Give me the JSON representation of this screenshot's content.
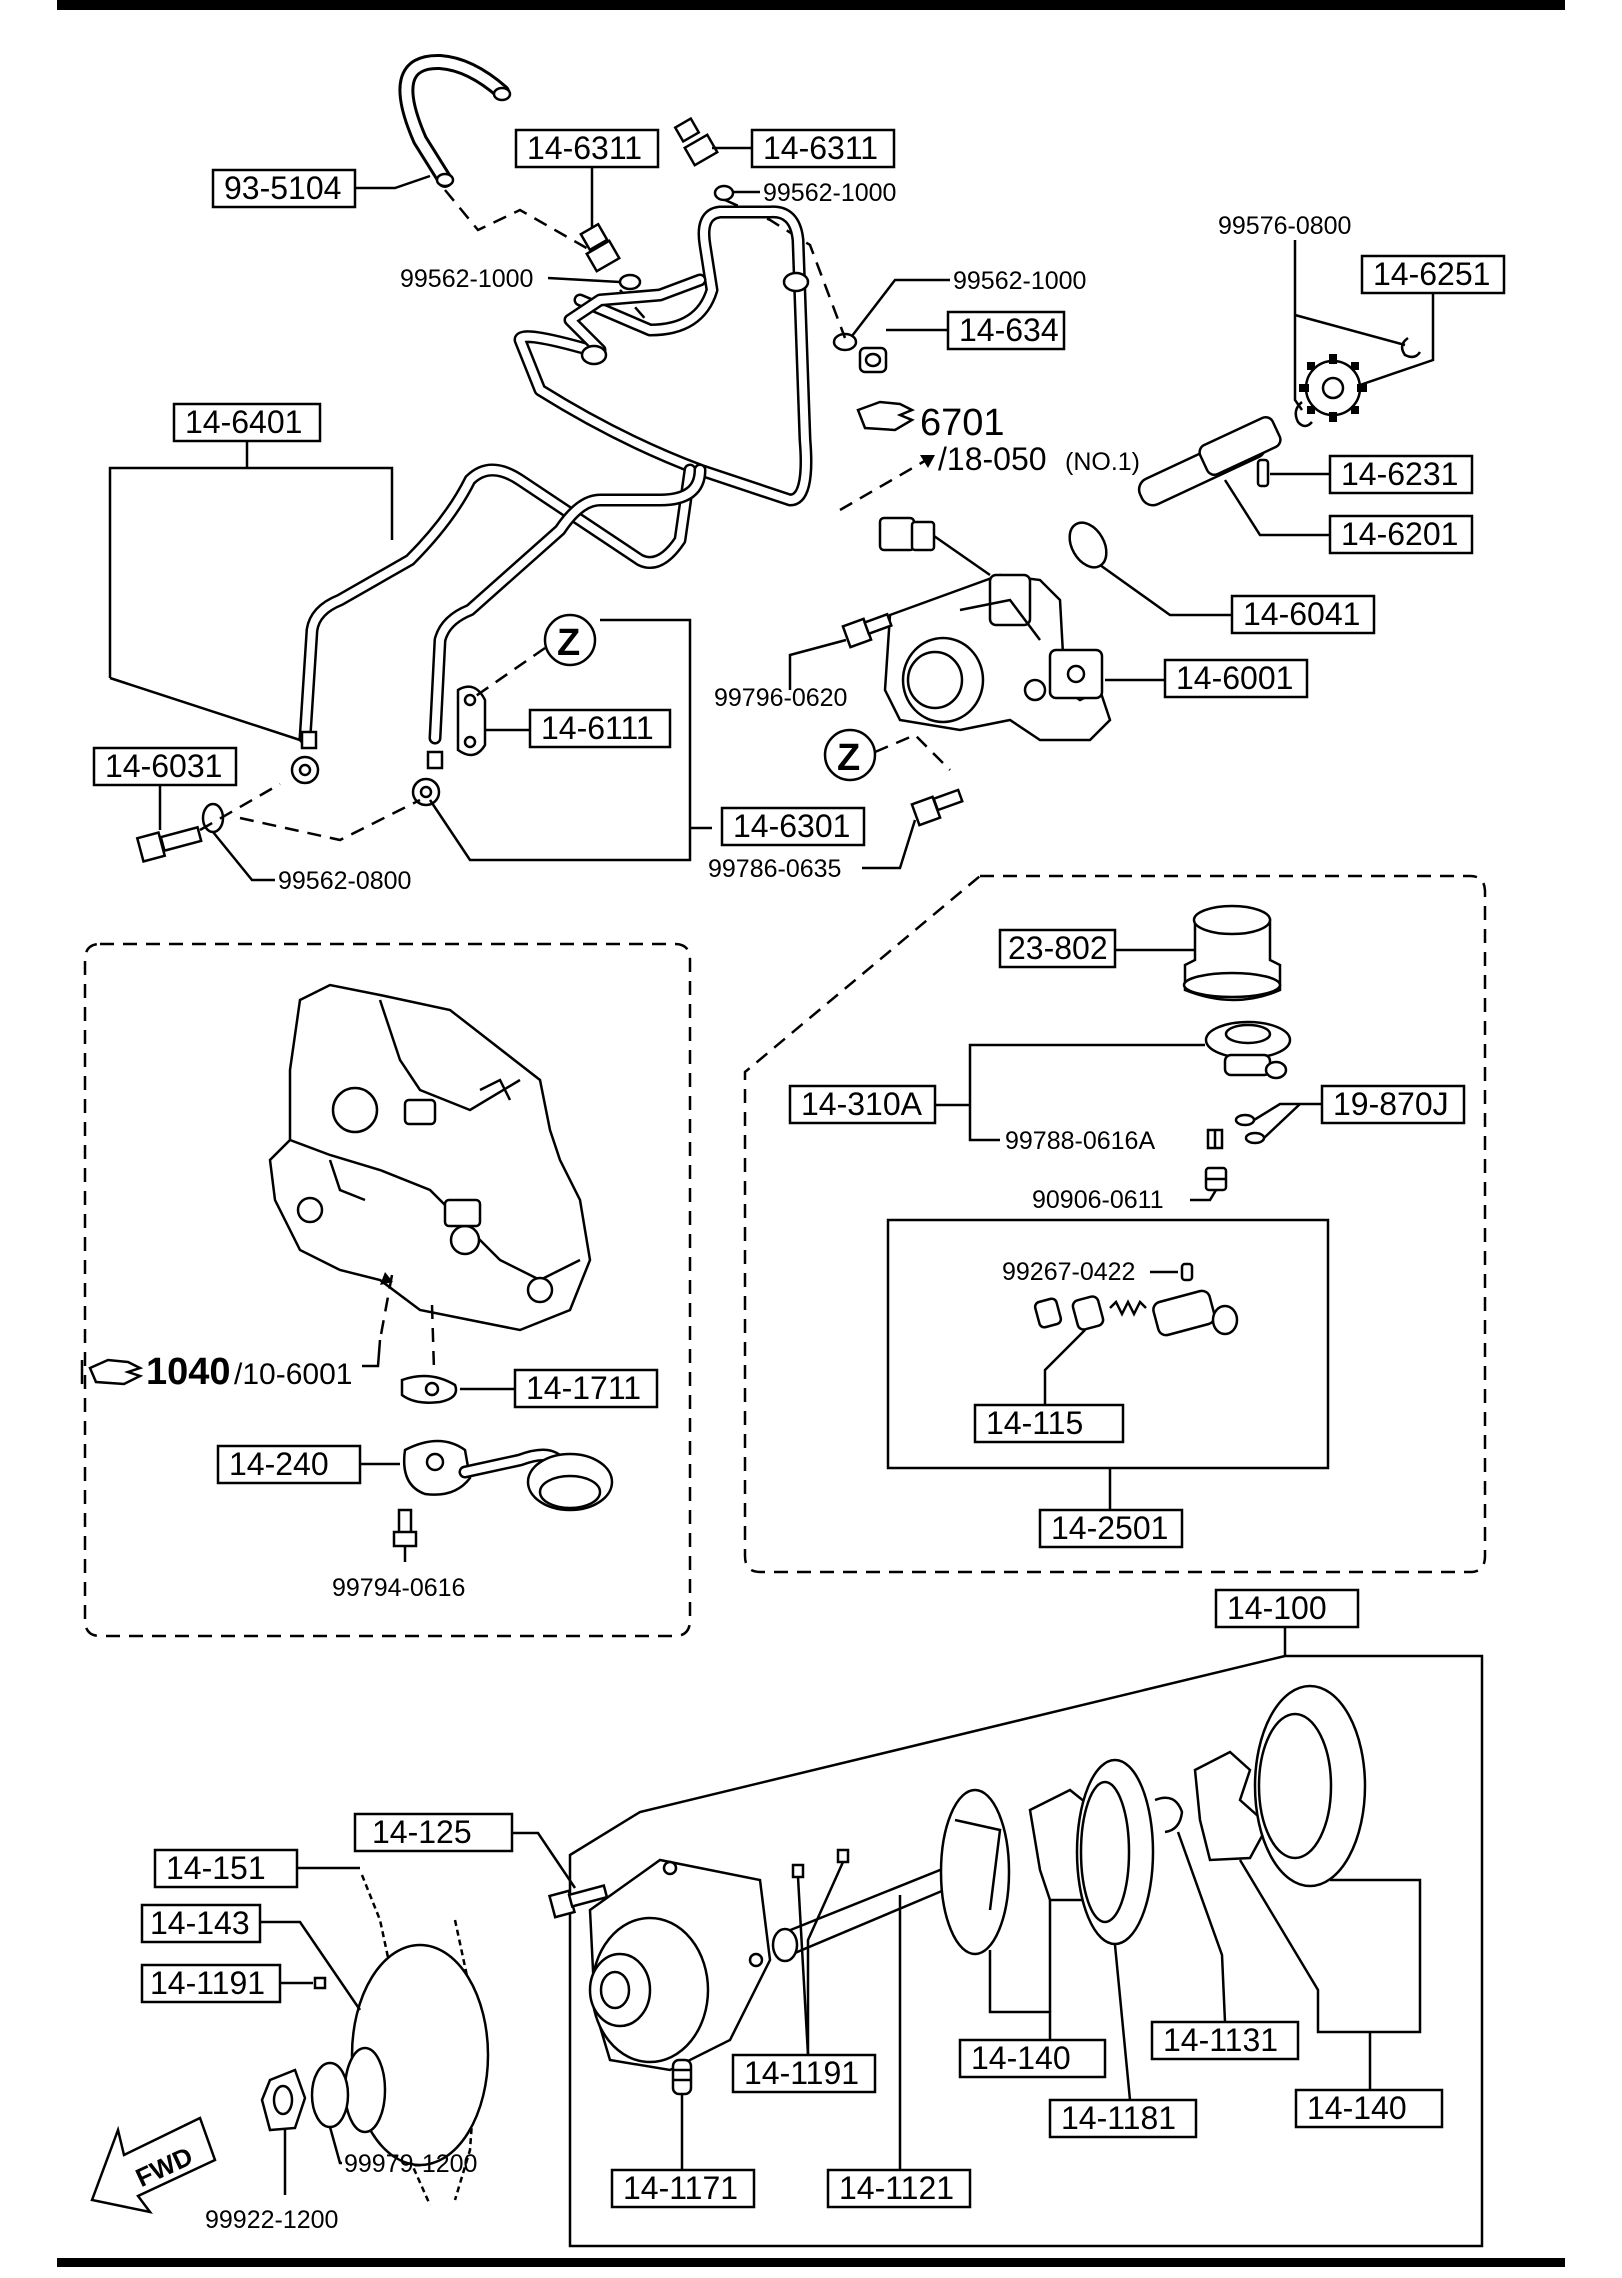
{
  "labels": {
    "hose_93_5104": "93-5104",
    "l_14_6311_a": "14-6311",
    "l_14_6311_b": "14-6311",
    "l_99562_1000_a": "99562-1000",
    "l_99562_1000_b": "99562-1000",
    "l_99562_1000_c": "99562-1000",
    "l_14_634": "14-634",
    "l_99576_0800": "99576-0800",
    "l_14_6251": "14-6251",
    "l_14_6231": "14-6231",
    "l_14_6201": "14-6201",
    "l_14_6041": "14-6041",
    "l_14_6001": "14-6001",
    "l_14_6401": "14-6401",
    "l_14_6111": "14-6111",
    "l_14_6031": "14-6031",
    "l_14_6301": "14-6301",
    "l_99562_0800": "99562-0800",
    "l_99796_0620": "99796-0620",
    "l_99786_0635": "99786-0635",
    "ref_6701": "6701",
    "ref_18_050": "/18-050",
    "ref_no1": "(NO.1)",
    "z_mark_a": "Z",
    "z_mark_b": "Z",
    "l_23_802": "23-802",
    "l_14_310A": "14-310A",
    "l_99788_0616A": "99788-0616A",
    "l_19_870J": "19-870J",
    "l_90906_0611": "90906-0611",
    "l_99267_0422": "99267-0422",
    "l_14_115": "14-115",
    "l_14_2501": "14-2501",
    "ref_1040": "1040",
    "ref_10_6001": "/10-6001",
    "l_14_1711": "14-1711",
    "l_14_240": "14-240",
    "l_99794_0616": "99794-0616",
    "l_14_100": "14-100",
    "l_14_125": "14-125",
    "l_14_151": "14-151",
    "l_14_143": "14-143",
    "l_14_1191_a": "14-1191",
    "l_99979_1200": "99979-1200",
    "l_99922_1200": "99922-1200",
    "l_14_1191_b": "14-1191",
    "l_14_1171": "14-1171",
    "l_14_1121": "14-1121",
    "l_14_140_a": "14-140",
    "l_14_1181": "14-1181",
    "l_14_1131": "14-1131",
    "l_14_140_b": "14-140",
    "fwd": "FWD"
  },
  "icons": [
    "pointing-hand-icon",
    "fwd-arrow-icon"
  ]
}
